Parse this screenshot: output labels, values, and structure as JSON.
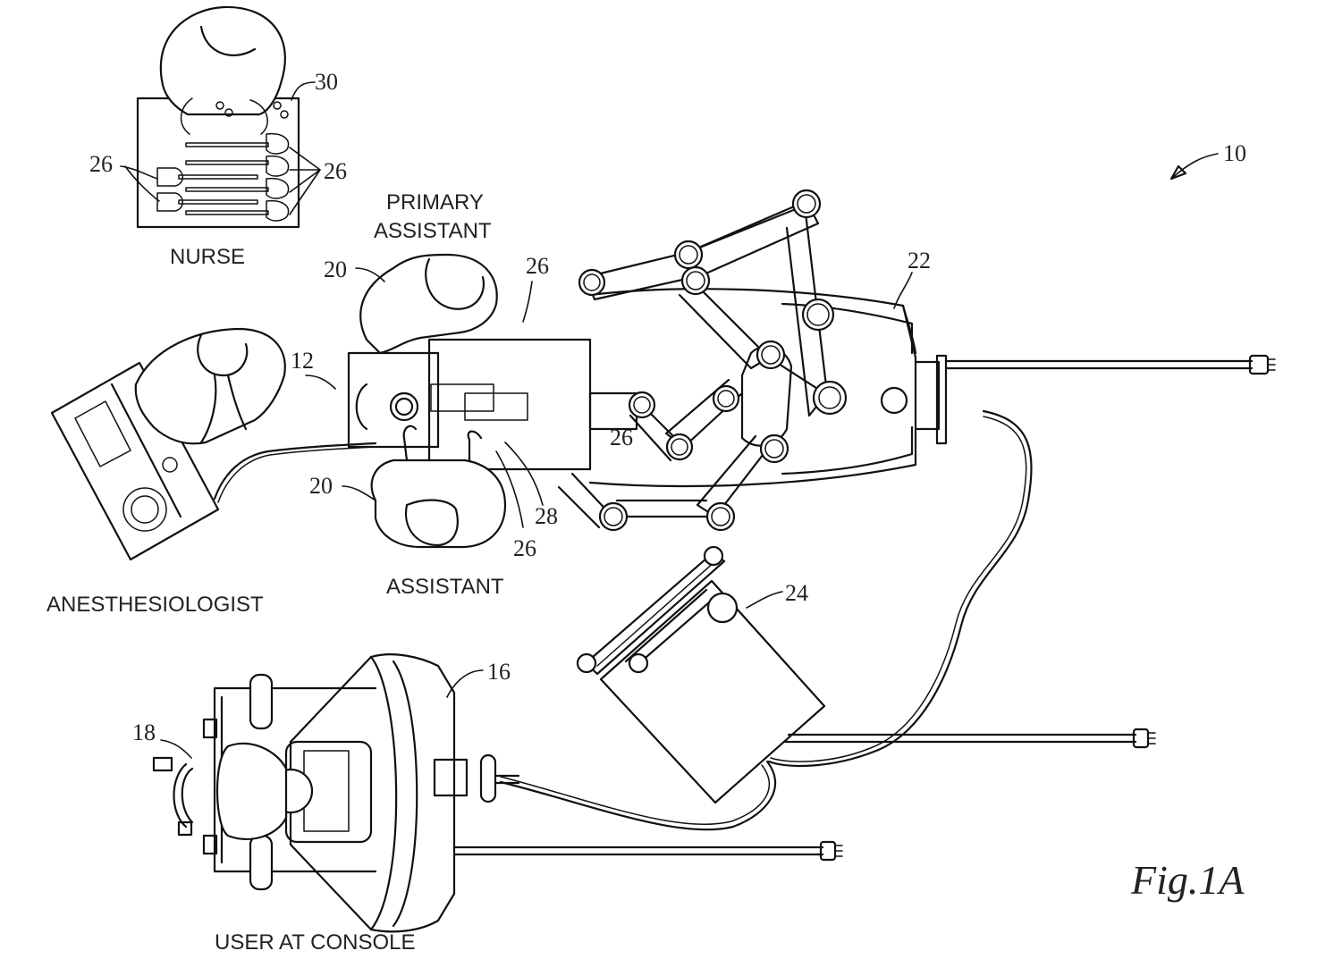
{
  "figure": {
    "title": "Fig.1A",
    "system_ref": "10"
  },
  "roles": {
    "nurse": "NURSE",
    "primary_assistant_line1": "PRIMARY",
    "primary_assistant_line2": "ASSISTANT",
    "assistant": "ASSISTANT",
    "anesthesiologist": "ANESTHESIOLOGIST",
    "user_at_console": "USER AT CONSOLE"
  },
  "reference_numerals": {
    "system": "10",
    "patient": "12",
    "console": "16",
    "user": "18",
    "assistant_top": "20",
    "assistant_bottom": "20",
    "robot_cart": "22",
    "vision_cart": "24",
    "instrument_tray_left": "26",
    "instrument_tray_right": "26",
    "instrument_top": "26",
    "instrument_mid": "26",
    "instrument_bottom": "26",
    "endoscope": "28",
    "back_table": "30"
  },
  "components": [
    {
      "id": "nurse_table",
      "label": "NURSE",
      "ref": "30"
    },
    {
      "id": "anesthesia_cart",
      "label": "ANESTHESIOLOGIST"
    },
    {
      "id": "operating_table",
      "ref": "12"
    },
    {
      "id": "patient_side_cart",
      "ref": "22"
    },
    {
      "id": "vision_cart",
      "ref": "24"
    },
    {
      "id": "surgeon_console",
      "label": "USER AT CONSOLE",
      "ref": "16"
    }
  ]
}
